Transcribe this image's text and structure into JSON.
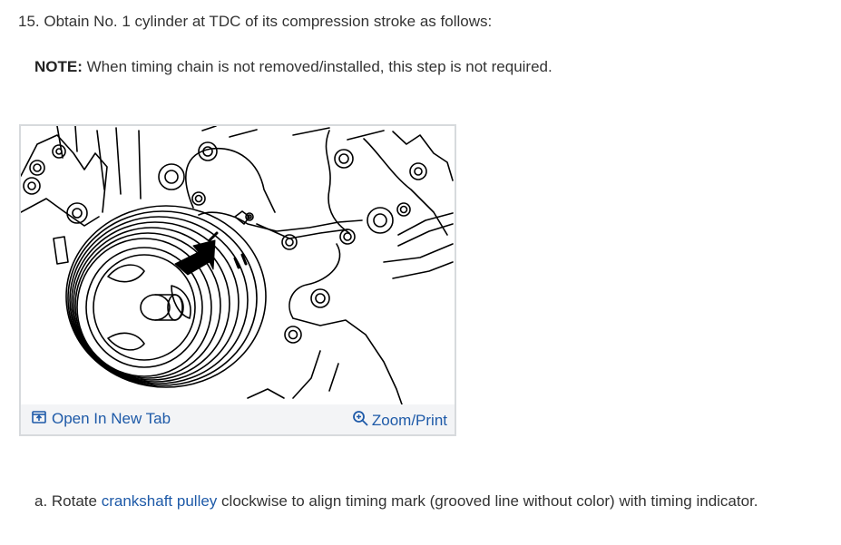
{
  "step": {
    "number": "15.",
    "text": "Obtain No. 1 cylinder at TDC of its compression stroke as follows:"
  },
  "note": {
    "label": "NOTE:",
    "text": "When timing chain is not removed/installed, this step is not required."
  },
  "figure": {
    "open_tab_label": "Open In New Tab",
    "zoom_print_label": "Zoom/Print",
    "open_tab_icon": "open-in-new-tab-icon",
    "zoom_icon": "zoom-icon",
    "link_color": "#1e5aa8"
  },
  "substep": {
    "prefix": "a. Rotate",
    "link_text": "crankshaft pulley",
    "suffix": "clockwise to align timing mark (grooved line without color) with timing indicator."
  }
}
